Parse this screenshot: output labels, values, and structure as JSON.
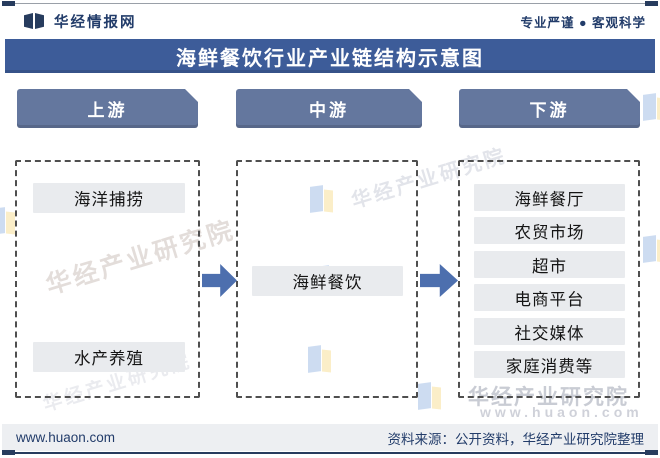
{
  "header": {
    "brand": "华经情报网",
    "tagline": "专业严谨 ● 客观科学"
  },
  "title": "海鲜餐饮行业产业链结构示意图",
  "columns": [
    {
      "header": "上游",
      "items": [
        "海洋捕捞",
        "水产养殖"
      ]
    },
    {
      "header": "中游",
      "items": [
        "海鲜餐饮"
      ]
    },
    {
      "header": "下游",
      "items": [
        "海鲜餐厅",
        "农贸市场",
        "超市",
        "电商平台",
        "社交媒体",
        "家庭消费等"
      ]
    }
  ],
  "footer": {
    "site": "www.huaon.com",
    "source": "资料来源：公开资料，华经产业研究院整理"
  },
  "watermark": {
    "org": "华经产业研究院",
    "url": "www.huaon.com"
  },
  "colors": {
    "title_bar": "#3d5c99",
    "stage_header": "#64779e",
    "arrow": "#4d6fae",
    "item_bg": "#e9ebee",
    "footer_bg": "#edeff2",
    "navy_text": "#223c6a"
  }
}
